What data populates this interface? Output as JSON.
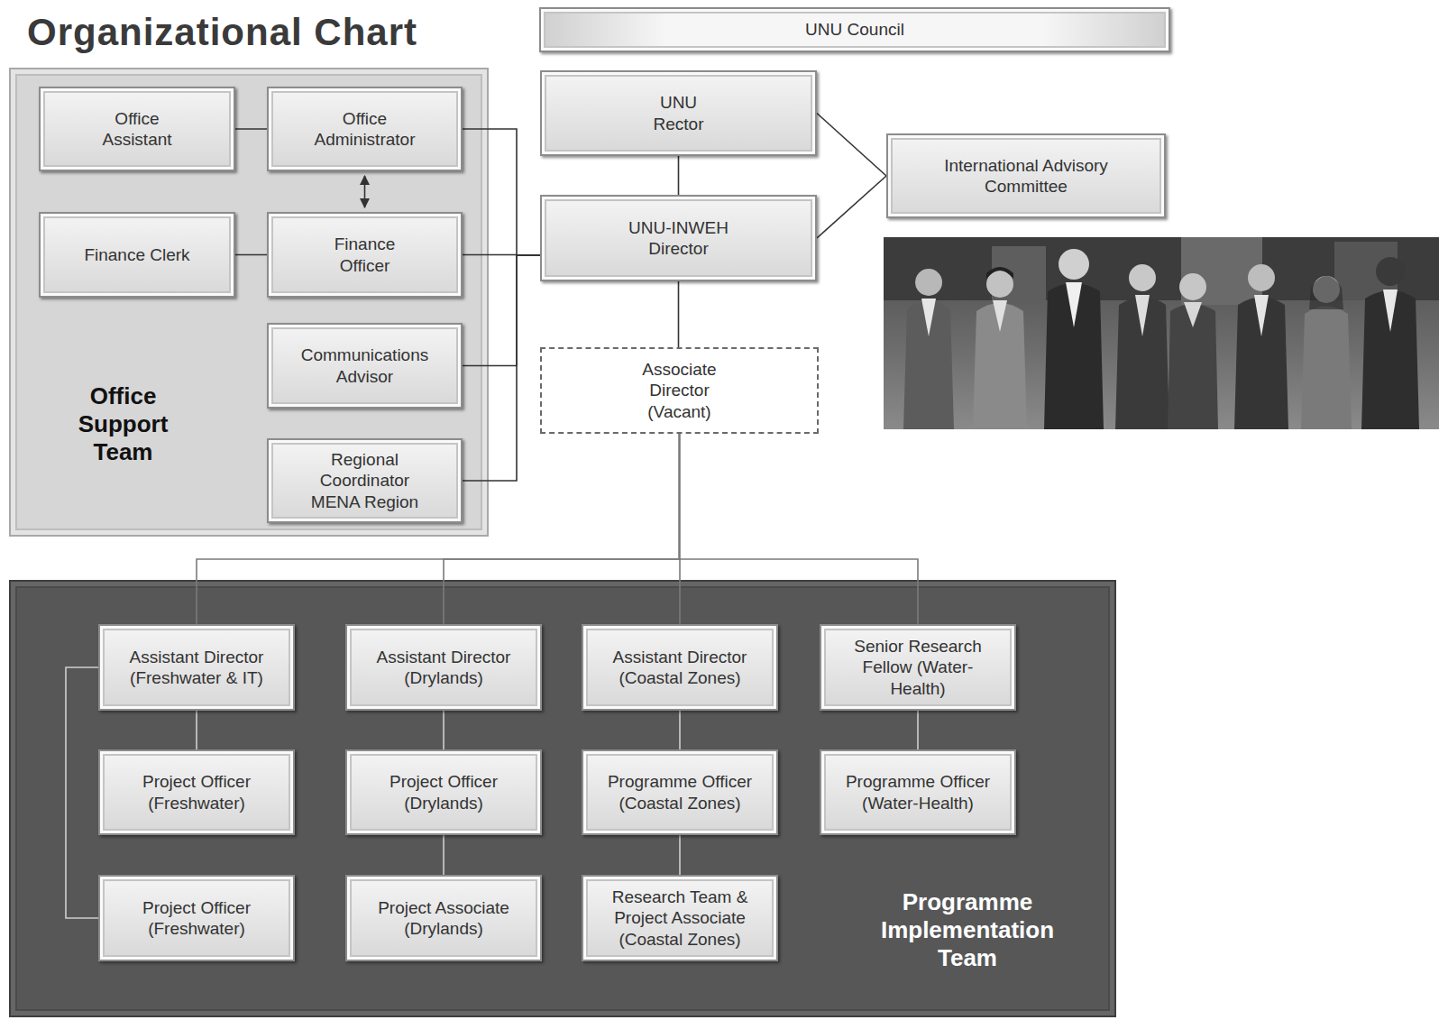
{
  "diagram": {
    "title": "Organizational Chart",
    "nodes": [
      {
        "text": [
          "Office Support Team"
        ]
      },
      {
        "text": [
          "Office Assistant"
        ],
        "in": 0
      },
      {
        "text": [
          "Office Administrator"
        ],
        "in": 0
      },
      {
        "text": [
          "Finance Clerk"
        ],
        "in": 0
      },
      {
        "text": [
          "Finance Officer"
        ],
        "in": 0
      },
      {
        "text": [
          "Communications Advisor"
        ],
        "in": 0
      },
      {
        "text": [
          "Regional Coordinator MENA Region"
        ],
        "in": 0
      },
      {
        "text": [
          "UNU Council"
        ]
      },
      {
        "text": [
          "UNU Rector"
        ]
      },
      {
        "text": [
          "UNU-INWEH Director"
        ]
      },
      {
        "text": [
          "International Advisory Committee"
        ]
      },
      {
        "text": [
          "Associate Director (Vacant)"
        ]
      },
      {
        "text": [
          "Programme Implementation Team"
        ]
      },
      {
        "text": [
          "Assistant Director (Freshwater & IT)"
        ],
        "in": 12
      },
      {
        "text": [
          "Assistant Director (Drylands)"
        ],
        "in": 12
      },
      {
        "text": [
          "Assistant Director (Coastal Zones)"
        ],
        "in": 12
      },
      {
        "text": [
          "Senior Research Fellow (Water-Health)"
        ],
        "in": 12
      },
      {
        "text": [
          "Project Officer (Freshwater)"
        ],
        "in": 12
      },
      {
        "text": [
          "Project Officer (Drylands)"
        ],
        "in": 12
      },
      {
        "text": [
          "Programme Officer (Coastal Zones)"
        ],
        "in": 12
      },
      {
        "text": [
          "Programme Officer (Water-Health)"
        ],
        "in": 12
      },
      {
        "text": [
          "Project Officer (Freshwater)"
        ],
        "in": 12
      },
      {
        "text": [
          "Project Associate (Drylands)"
        ],
        "in": 12
      },
      {
        "text": [
          "Research Team & Project Associate (Coastal Zones)"
        ],
        "in": 12
      }
    ],
    "edges": [
      {
        "from": 1,
        "to": 2,
        "arrow": "none"
      },
      {
        "from": 2,
        "to": 4,
        "arrow": "both"
      },
      {
        "from": 3,
        "to": 4,
        "arrow": "none"
      },
      {
        "from": 2,
        "to": 9,
        "arrow": "none"
      },
      {
        "from": 4,
        "to": 9,
        "arrow": "none"
      },
      {
        "from": 5,
        "to": 9,
        "arrow": "none"
      },
      {
        "from": 6,
        "to": 9,
        "arrow": "none"
      },
      {
        "from": 8,
        "to": 9,
        "arrow": "none"
      },
      {
        "from": 8,
        "to": 10,
        "arrow": "none"
      },
      {
        "from": 9,
        "to": 10,
        "arrow": "none"
      },
      {
        "from": 9,
        "to": 11,
        "arrow": "none"
      },
      {
        "from": 11,
        "to": 13,
        "arrow": "none"
      },
      {
        "from": 11,
        "to": 14,
        "arrow": "none"
      },
      {
        "from": 11,
        "to": 15,
        "arrow": "none"
      },
      {
        "from": 11,
        "to": 16,
        "arrow": "none"
      },
      {
        "from": 13,
        "to": 17,
        "arrow": "none"
      },
      {
        "from": 14,
        "to": 18,
        "arrow": "none"
      },
      {
        "from": 15,
        "to": 19,
        "arrow": "none"
      },
      {
        "from": 16,
        "to": 20,
        "arrow": "none"
      },
      {
        "from": 18,
        "to": 22,
        "arrow": "none"
      },
      {
        "from": 19,
        "to": 23,
        "arrow": "none"
      },
      {
        "from": 13,
        "to": 21,
        "arrow": "none"
      }
    ]
  }
}
